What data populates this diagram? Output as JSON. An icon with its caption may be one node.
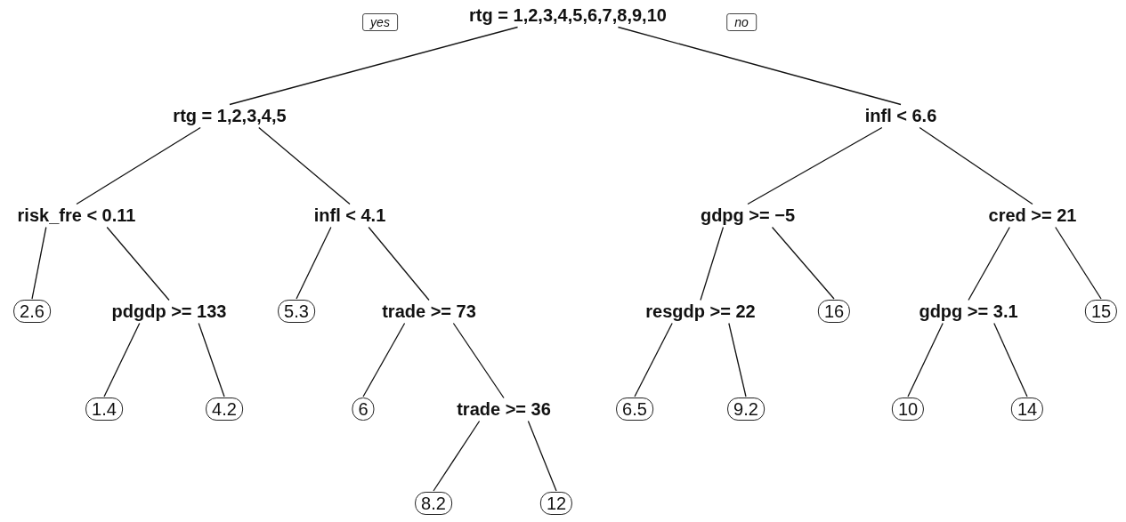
{
  "diagram": {
    "nodes": [
      {
        "text": [
          "yes"
        ]
      },
      {
        "text": [
          "rtg = 1,2,3,4,5,6,7,8,9,10"
        ]
      },
      {
        "text": [
          "no"
        ]
      },
      {
        "text": [
          "rtg = 1,2,3,4,5"
        ]
      },
      {
        "text": [
          "infl < 6.6"
        ]
      },
      {
        "text": [
          "risk_fre < 0.11"
        ]
      },
      {
        "text": [
          "infl < 4.1"
        ]
      },
      {
        "text": [
          "gdpg >= −5"
        ]
      },
      {
        "text": [
          "cred >= 21"
        ]
      },
      {
        "text": [
          "2.6"
        ]
      },
      {
        "text": [
          "pdgdp >= 133"
        ]
      },
      {
        "text": [
          "5.3"
        ]
      },
      {
        "text": [
          "trade >= 73"
        ]
      },
      {
        "text": [
          "resgdp >= 22"
        ]
      },
      {
        "text": [
          "16"
        ]
      },
      {
        "text": [
          "gdpg >= 3.1"
        ]
      },
      {
        "text": [
          "15"
        ]
      },
      {
        "text": [
          "1.4"
        ]
      },
      {
        "text": [
          "4.2"
        ]
      },
      {
        "text": [
          "6"
        ]
      },
      {
        "text": [
          "trade >= 36"
        ]
      },
      {
        "text": [
          "6.5"
        ]
      },
      {
        "text": [
          "9.2"
        ]
      },
      {
        "text": [
          "10"
        ]
      },
      {
        "text": [
          "14"
        ]
      },
      {
        "text": [
          "8.2"
        ]
      },
      {
        "text": [
          "12"
        ]
      }
    ],
    "edges": [
      {
        "from": 1,
        "to": 3,
        "arrow": "none"
      },
      {
        "from": 1,
        "to": 4,
        "arrow": "none"
      },
      {
        "from": 3,
        "to": 5,
        "arrow": "none"
      },
      {
        "from": 3,
        "to": 6,
        "arrow": "none"
      },
      {
        "from": 4,
        "to": 7,
        "arrow": "none"
      },
      {
        "from": 4,
        "to": 8,
        "arrow": "none"
      },
      {
        "from": 5,
        "to": 9,
        "arrow": "none"
      },
      {
        "from": 5,
        "to": 10,
        "arrow": "none"
      },
      {
        "from": 6,
        "to": 11,
        "arrow": "none"
      },
      {
        "from": 6,
        "to": 12,
        "arrow": "none"
      },
      {
        "from": 7,
        "to": 13,
        "arrow": "none"
      },
      {
        "from": 7,
        "to": 14,
        "arrow": "none"
      },
      {
        "from": 8,
        "to": 15,
        "arrow": "none"
      },
      {
        "from": 8,
        "to": 16,
        "arrow": "none"
      },
      {
        "from": 10,
        "to": 17,
        "arrow": "none"
      },
      {
        "from": 10,
        "to": 18,
        "arrow": "none"
      },
      {
        "from": 12,
        "to": 19,
        "arrow": "none"
      },
      {
        "from": 12,
        "to": 20,
        "arrow": "none"
      },
      {
        "from": 13,
        "to": 21,
        "arrow": "none"
      },
      {
        "from": 13,
        "to": 22,
        "arrow": "none"
      },
      {
        "from": 15,
        "to": 23,
        "arrow": "none"
      },
      {
        "from": 15,
        "to": 24,
        "arrow": "none"
      },
      {
        "from": 20,
        "to": 25,
        "arrow": "none"
      },
      {
        "from": 20,
        "to": 26,
        "arrow": "none"
      }
    ]
  }
}
